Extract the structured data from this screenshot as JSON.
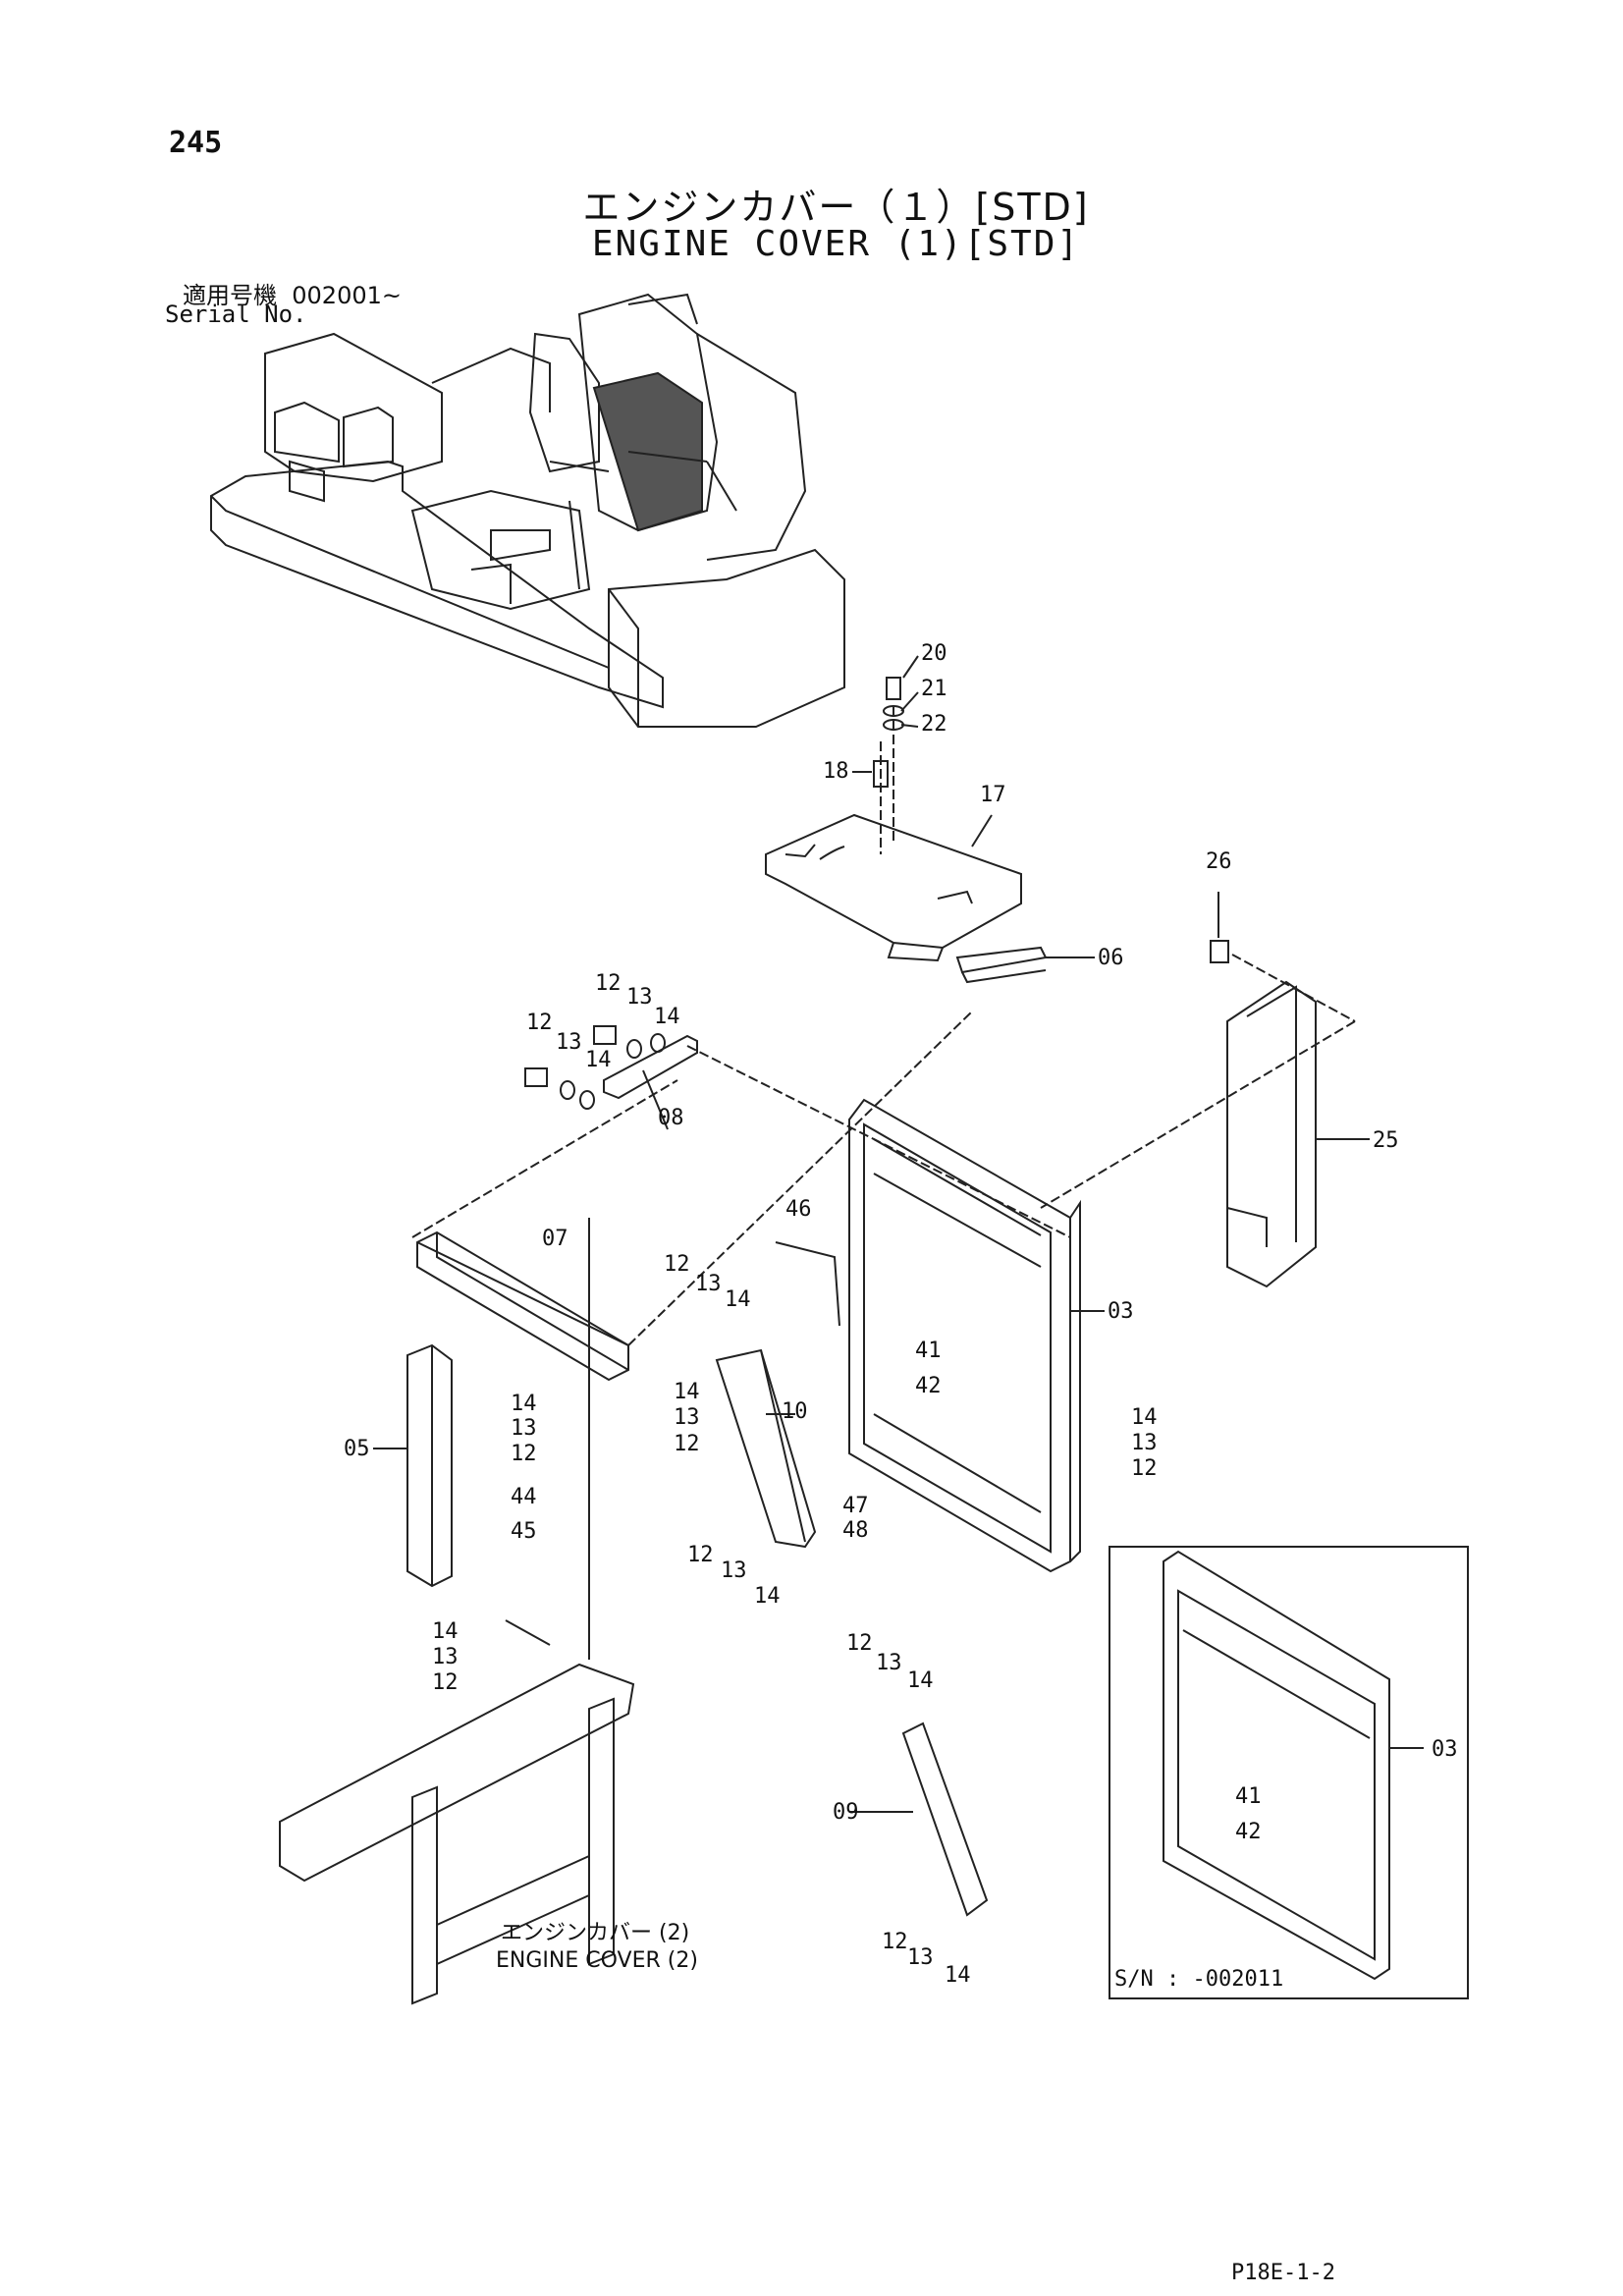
{
  "page": {
    "number": "245",
    "title_jp": "エンジンカバー（１）[STD]",
    "title_en": "ENGINE COVER (1)[STD]",
    "serial_label_jp": "適用号機",
    "serial_value": "002001~",
    "serial_label_en": "Serial No.",
    "footer_code": "P18E-1-2"
  },
  "inset": {
    "caption": "S/N : -002011"
  },
  "reference_labels": {
    "engine_cover_2_jp": "エンジンカバー (2)",
    "engine_cover_2_en": "ENGINE COVER (2)"
  },
  "callouts": [
    "20",
    "21",
    "22",
    "18",
    "17",
    "26",
    "06",
    "25",
    "12",
    "13",
    "14",
    "12",
    "13",
    "14",
    "08",
    "46",
    "07",
    "12",
    "13",
    "14",
    "41",
    "42",
    "03",
    "10",
    "14",
    "13",
    "12",
    "14",
    "13",
    "12",
    "05",
    "14",
    "13",
    "12",
    "44",
    "45",
    "47",
    "48",
    "12",
    "13",
    "14",
    "12",
    "13",
    "14",
    "14",
    "13",
    "12",
    "03",
    "41",
    "42",
    "12",
    "13",
    "14",
    "09",
    "12",
    "13",
    "14"
  ]
}
